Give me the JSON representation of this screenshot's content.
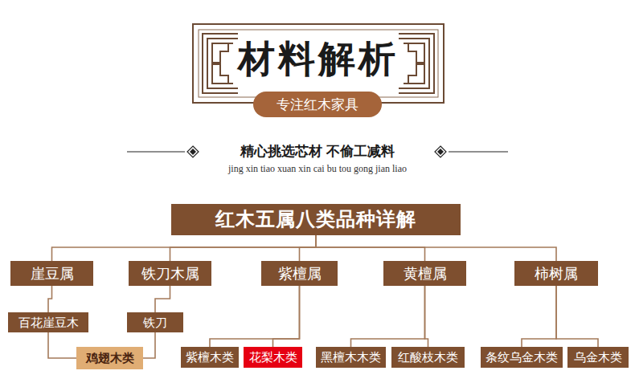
{
  "diagram": {
    "title": "材料解析",
    "nodes": [
      {
        "text": [
          "专注红木家具"
        ]
      },
      {
        "text": [
          "红木五属八类品种详解"
        ]
      },
      {
        "text": [
          "崖豆属"
        ]
      },
      {
        "text": [
          "铁刀木属"
        ]
      },
      {
        "text": [
          "紫檀属"
        ]
      },
      {
        "text": [
          "黄檀属"
        ]
      },
      {
        "text": [
          "柿树属"
        ]
      },
      {
        "text": [
          "百花崖豆木"
        ]
      },
      {
        "text": [
          "铁刀"
        ]
      },
      {
        "text": [
          "鸡翅木类"
        ]
      },
      {
        "text": [
          "紫檀木类"
        ]
      },
      {
        "text": [
          "花梨木类"
        ]
      },
      {
        "text": [
          "黑檀木木类"
        ]
      },
      {
        "text": [
          "红酸枝木类"
        ]
      },
      {
        "text": [
          "条纹乌金木类"
        ]
      },
      {
        "text": [
          "乌金木类"
        ]
      }
    ],
    "edges": [
      {
        "from": 1,
        "to": 2,
        "arrow": "none"
      },
      {
        "from": 1,
        "to": 3,
        "arrow": "none"
      },
      {
        "from": 1,
        "to": 4,
        "arrow": "none"
      },
      {
        "from": 1,
        "to": 5,
        "arrow": "none"
      },
      {
        "from": 1,
        "to": 6,
        "arrow": "none"
      },
      {
        "from": 2,
        "to": 7,
        "arrow": "none"
      },
      {
        "from": 3,
        "to": 8,
        "arrow": "none"
      },
      {
        "from": 7,
        "to": 9,
        "arrow": "none"
      },
      {
        "from": 8,
        "to": 9,
        "arrow": "none"
      },
      {
        "from": 4,
        "to": 10,
        "arrow": "none"
      },
      {
        "from": 4,
        "to": 11,
        "arrow": "none"
      },
      {
        "from": 5,
        "to": 12,
        "arrow": "none"
      },
      {
        "from": 5,
        "to": 13,
        "arrow": "none"
      },
      {
        "from": 6,
        "to": 14,
        "arrow": "none"
      },
      {
        "from": 6,
        "to": 15,
        "arrow": "none"
      }
    ],
    "labels": [
      "精心挑选芯材 不偷工减料",
      "jing xin tiao xuan xin cai bu tou gong jian liao"
    ]
  }
}
